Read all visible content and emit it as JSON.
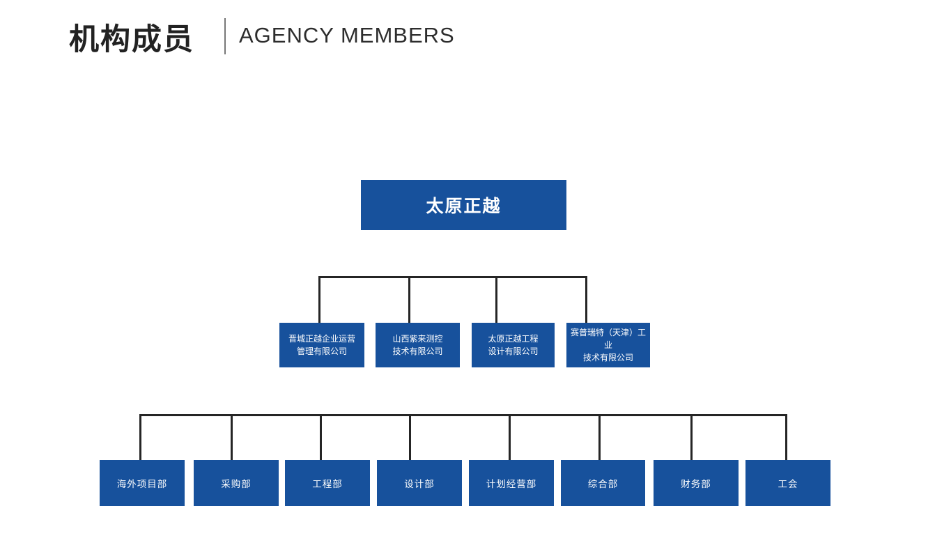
{
  "header": {
    "title_zh": "机构成员",
    "title_en": "AGENCY MEMBERS"
  },
  "org_chart": {
    "root": {
      "label": "太原正越"
    },
    "subsidiaries": [
      {
        "line1": "晋城正越企业运营",
        "line2": "管理有限公司"
      },
      {
        "line1": "山西紫来测控",
        "line2": "技术有限公司"
      },
      {
        "line1": "太原正越工程",
        "line2": "设计有限公司"
      },
      {
        "line1": "赛普瑞特（天津）工业",
        "line2": "技术有限公司"
      }
    ],
    "departments": [
      {
        "label": "海外项目部"
      },
      {
        "label": "采购部"
      },
      {
        "label": "工程部"
      },
      {
        "label": "设计部"
      },
      {
        "label": "计划经营部"
      },
      {
        "label": "综合部"
      },
      {
        "label": "财务部"
      },
      {
        "label": "工会"
      }
    ],
    "colors": {
      "box_fill": "#17519C",
      "box_text": "#FFFFFF",
      "connector": "#252525",
      "title_text": "#222222",
      "divider": "#787878"
    }
  }
}
